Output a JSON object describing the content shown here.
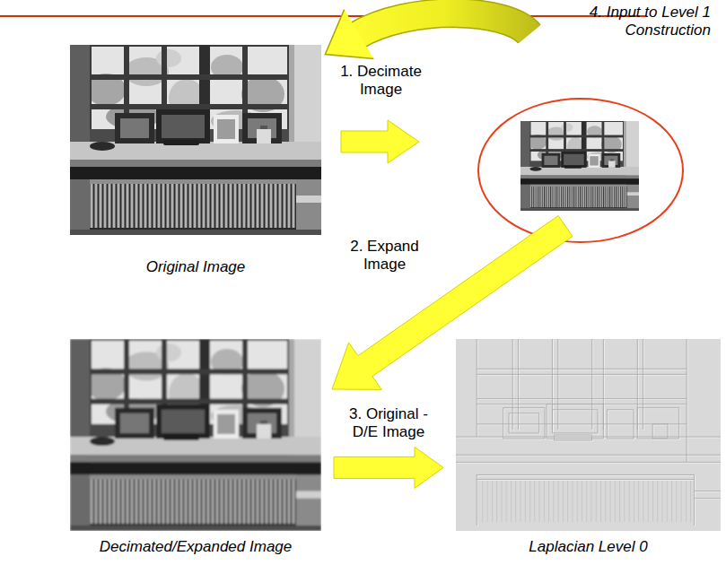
{
  "diagram": {
    "nodes": [
      {
        "text": [
          "Original Image"
        ]
      },
      {
        "text": [
          "Decimated/Expanded Image"
        ]
      },
      {
        "text": [
          "Laplacian Level 0"
        ]
      }
    ],
    "edges": [
      {
        "from": 1,
        "to": 2,
        "arrow": "to",
        "label": "3. Original - D/E Image"
      }
    ],
    "labels": [
      "4. Input to Level 1 Construction",
      "1. Decimate Image",
      "2. Expand Image"
    ]
  }
}
